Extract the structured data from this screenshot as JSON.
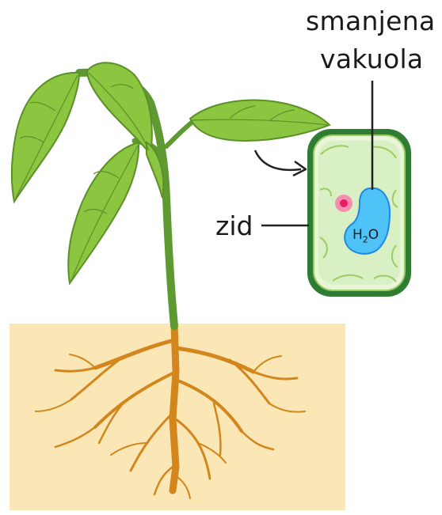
{
  "labels": {
    "vacuole_line1": "smanjena",
    "vacuole_line2": "vakuola",
    "wall": "zid",
    "water_prefix": "H",
    "water_subscript": "2",
    "water_suffix": "O"
  },
  "colors": {
    "soil": "#fbe6b6",
    "leaf": "#8cc53f",
    "leaf_dark": "#5c8f2a",
    "stem": "#5e9a31",
    "root": "#d2861b",
    "cell_wall": "#2f7d32",
    "cytoplasm": "#d9efc4",
    "vacuole": "#4fc3f7",
    "nucleus": "#f06292"
  }
}
